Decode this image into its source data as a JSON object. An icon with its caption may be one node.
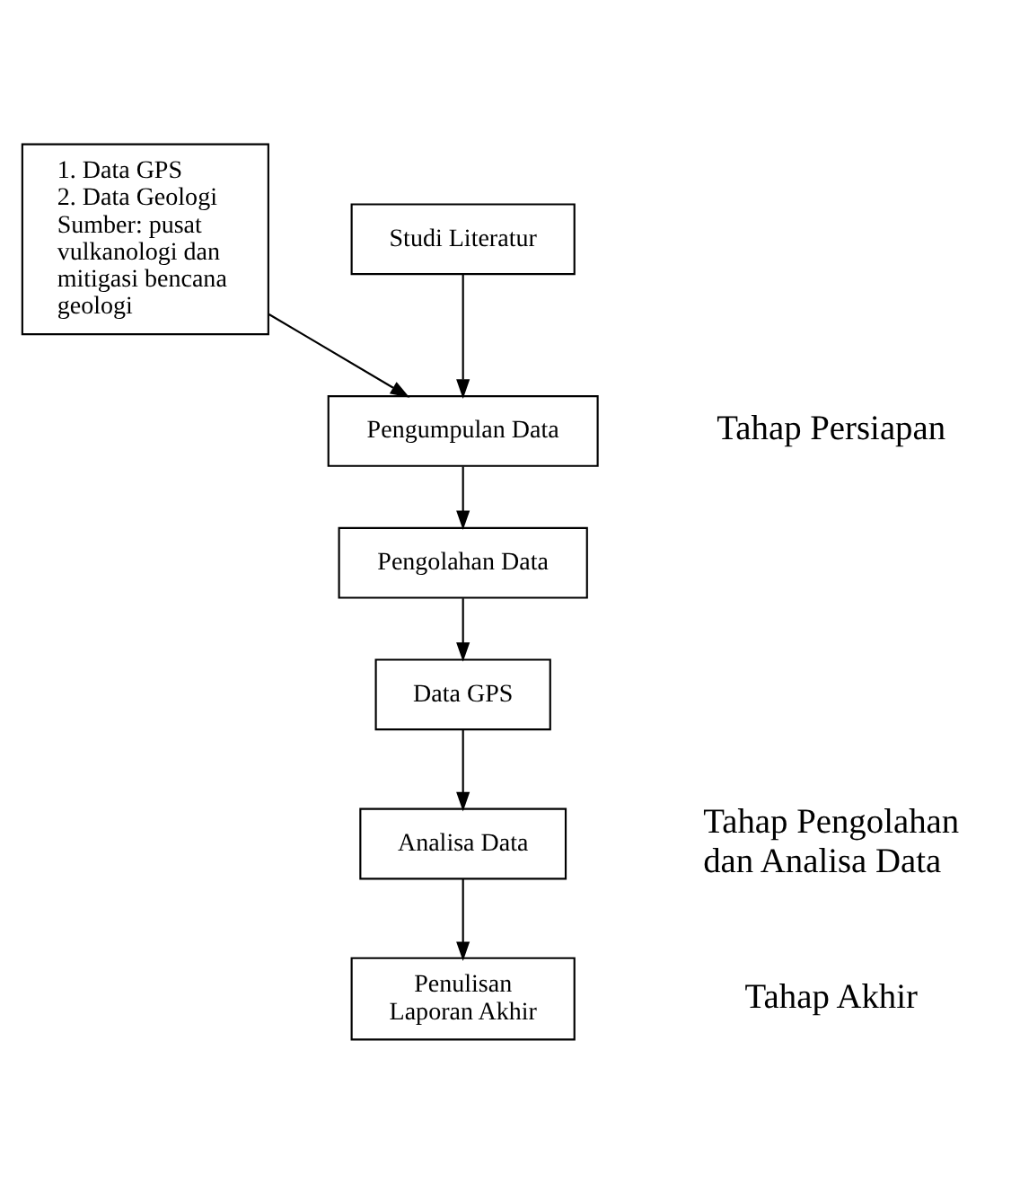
{
  "diagram": {
    "nodes": [
      {
        "text": [
          "1. Data GPS",
          "2. Data Geologi",
          "Sumber: pusat vulkanologi dan mitigasi bencana geologi"
        ]
      },
      {
        "text": [
          "Studi Literatur"
        ]
      },
      {
        "text": [
          "Pengumpulan Data"
        ]
      },
      {
        "text": [
          "Pengolahan Data"
        ]
      },
      {
        "text": [
          "Data GPS"
        ]
      },
      {
        "text": [
          "Analisa Data"
        ]
      },
      {
        "text": [
          "Penulisan Laporan Akhir"
        ]
      }
    ],
    "edges": [
      {
        "from": 1,
        "to": 2,
        "arrow": "to"
      },
      {
        "from": 0,
        "to": 2,
        "arrow": "to"
      },
      {
        "from": 2,
        "to": 3,
        "arrow": "to"
      },
      {
        "from": 3,
        "to": 4,
        "arrow": "to"
      },
      {
        "from": 4,
        "to": 5,
        "arrow": "to"
      },
      {
        "from": 5,
        "to": 6,
        "arrow": "to"
      }
    ],
    "labels": [
      "Tahap Persiapan",
      "Tahap Pengolahan dan Analisa Data",
      "Tahap Akhir"
    ]
  }
}
